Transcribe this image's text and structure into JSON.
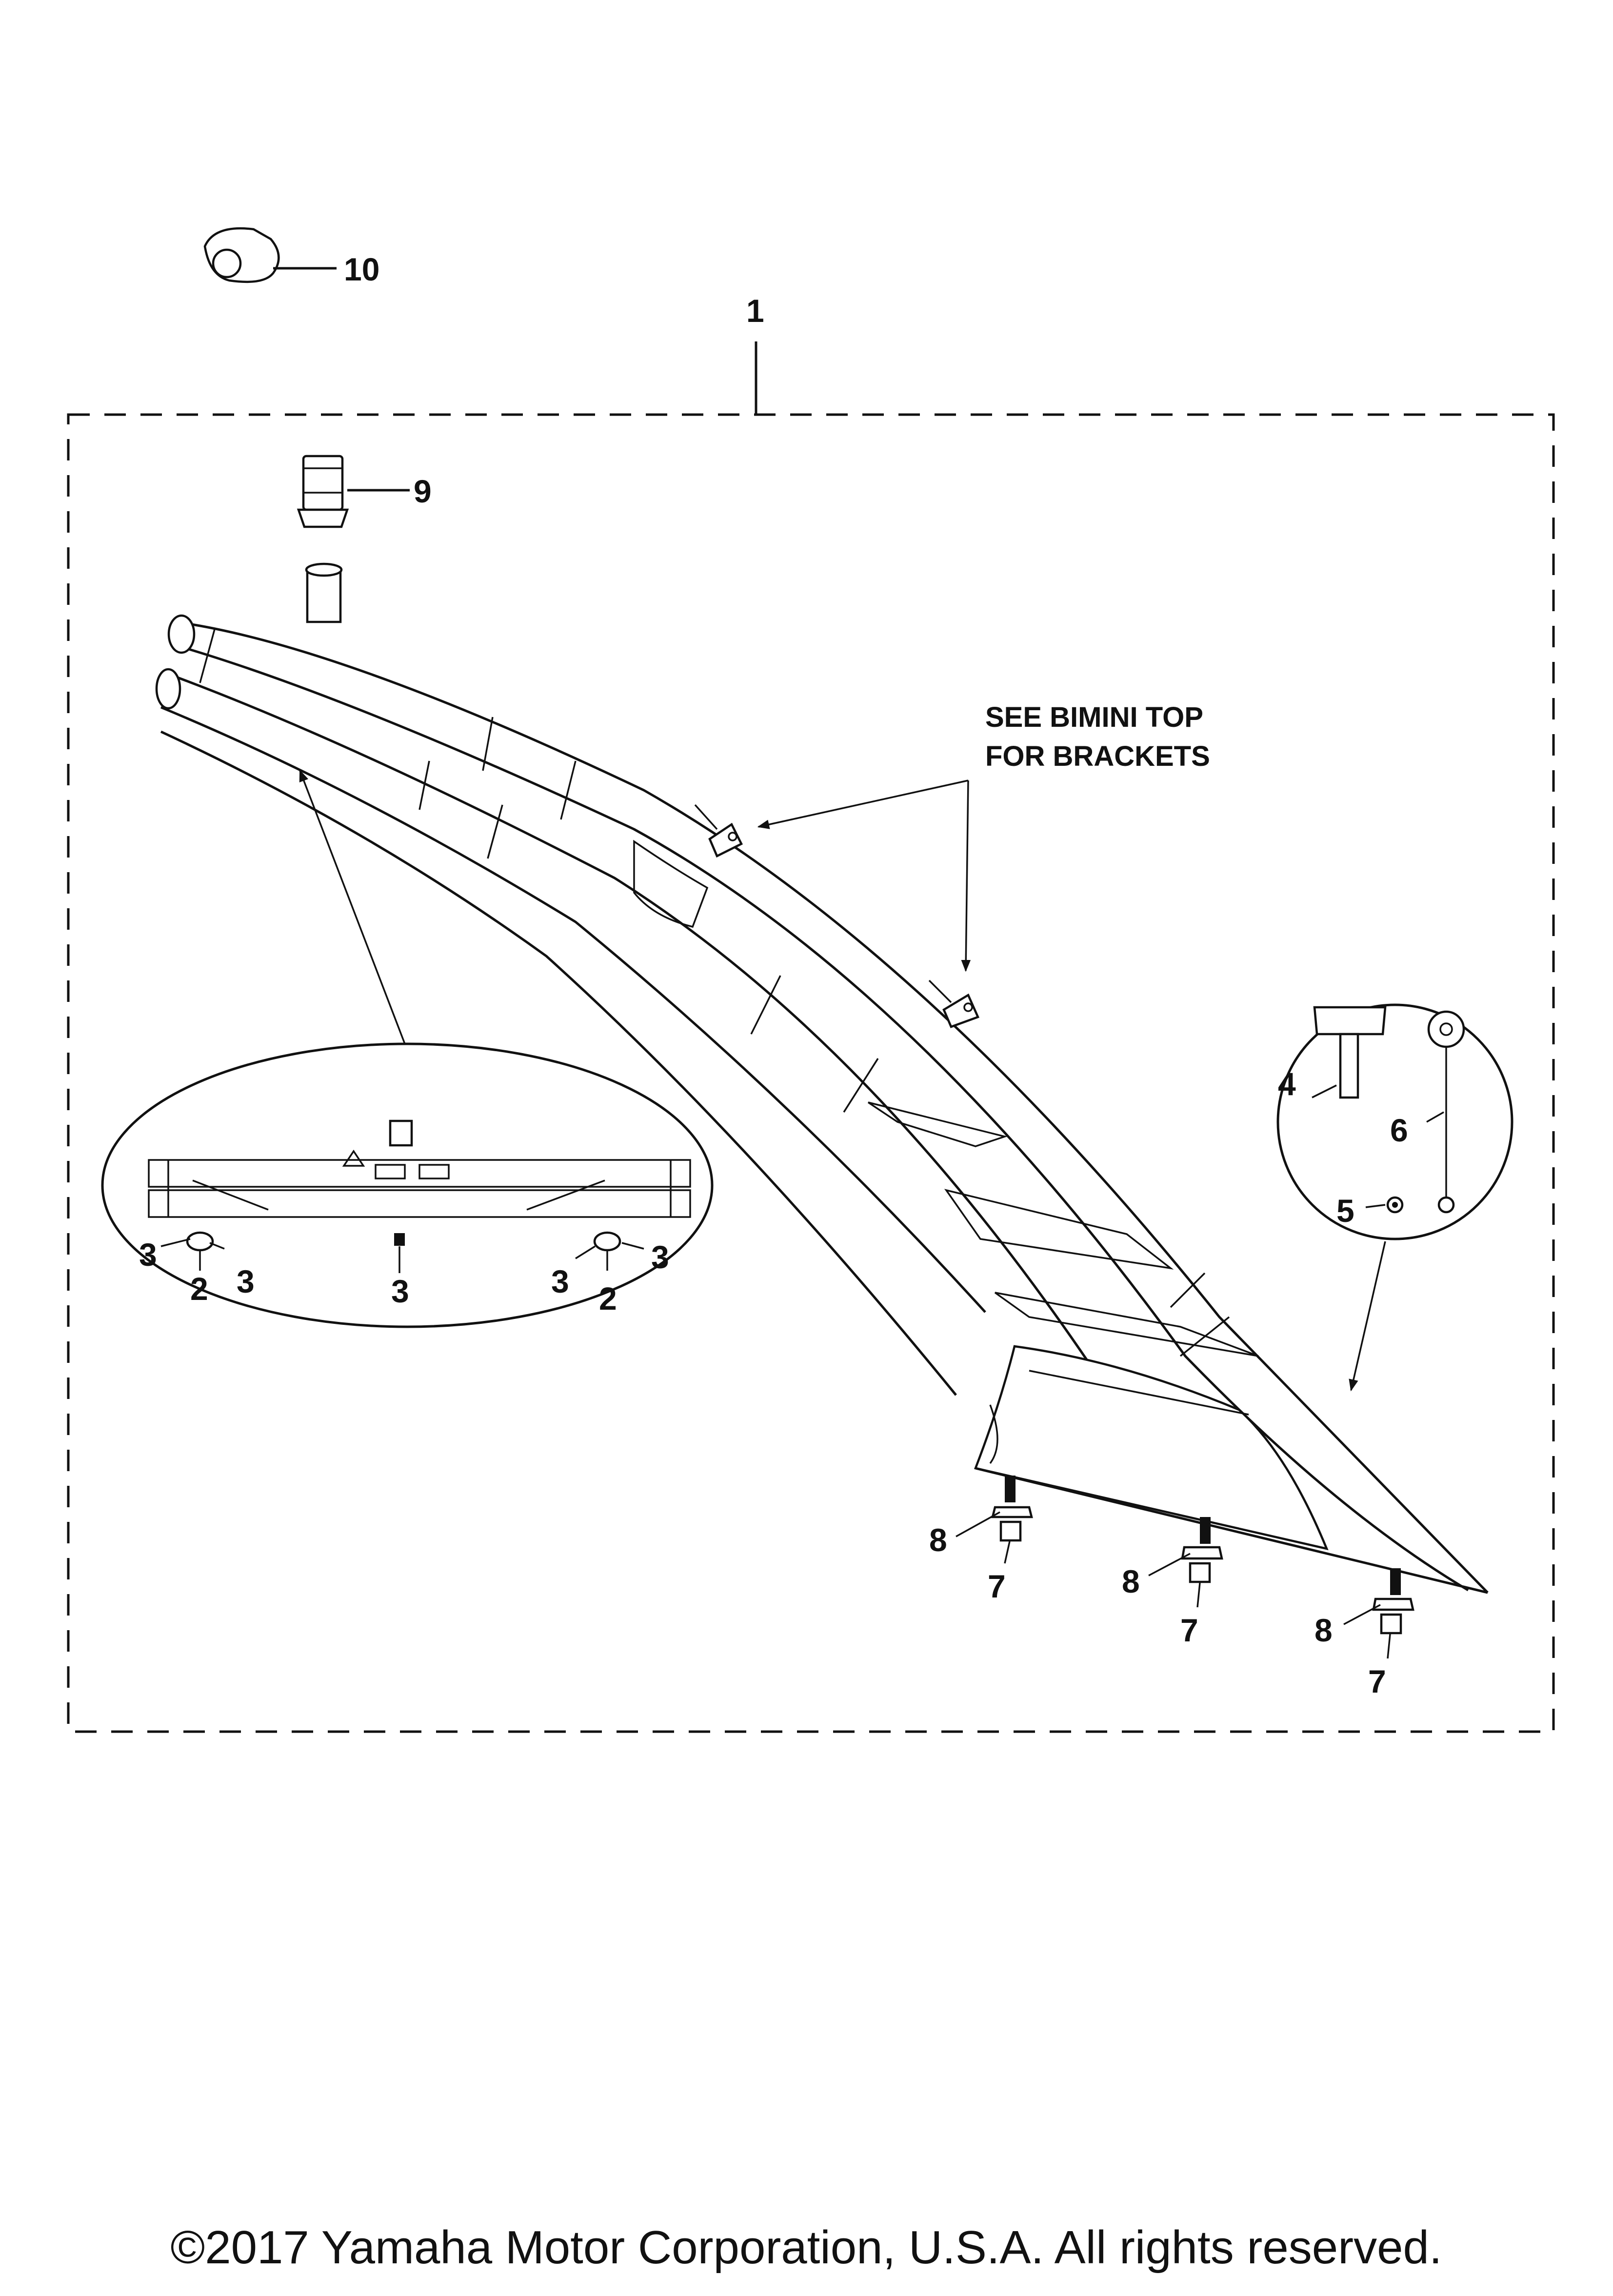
{
  "callouts": {
    "p1": "1",
    "p2a": "2",
    "p2b": "2",
    "p3a": "3",
    "p3b": "3",
    "p3c": "3",
    "p3d": "3",
    "p3e": "3",
    "p4": "4",
    "p5": "5",
    "p6": "6",
    "p7a": "7",
    "p7b": "7",
    "p7c": "7",
    "p8a": "8",
    "p8b": "8",
    "p8c": "8",
    "p9": "9",
    "p10": "10"
  },
  "note": {
    "line1": "SEE BIMINI TOP",
    "line2": "FOR BRACKETS"
  },
  "copyright": "©2017 Yamaha Motor Corporation, U.S.A. All rights reserved."
}
